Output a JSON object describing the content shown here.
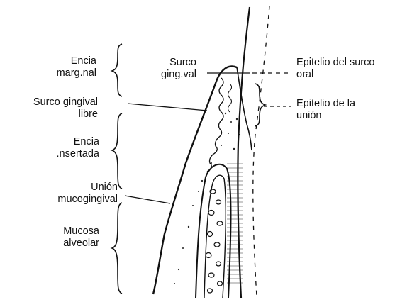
{
  "labels": {
    "encia_marginal": [
      "Encia",
      "marg.nal"
    ],
    "surco_gingival": [
      "Surco",
      "ging.val"
    ],
    "surco_gingival_libre": [
      "Surco gingival",
      "libre"
    ],
    "encia_insertada": [
      "Encia",
      ".nsertada"
    ],
    "union_mucogingival": [
      "Unión",
      "mucogingival"
    ],
    "mucosa_alveolar": [
      "Mucosa",
      "alveolar"
    ],
    "epitelio_surco_oral": [
      "Epitelio del surco",
      "oral"
    ],
    "epitelio_union": [
      "Epitelio de la",
      "unión"
    ]
  },
  "colors": {
    "ink": "#111111",
    "background": "#ffffff"
  }
}
